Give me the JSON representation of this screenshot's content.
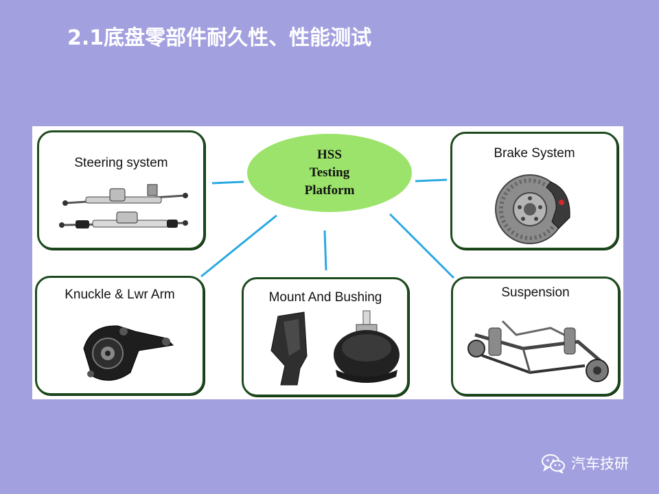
{
  "slide": {
    "title": "2.1底盘零部件耐久性、性能测试"
  },
  "diagram": {
    "hub": {
      "label": "HSS\nTesting\nPlatform"
    },
    "nodes": [
      {
        "id": "steering",
        "label": "Steering system"
      },
      {
        "id": "brake",
        "label": "Brake System"
      },
      {
        "id": "knuckle",
        "label": "Knuckle & Lwr Arm"
      },
      {
        "id": "mount",
        "label": "Mount And Bushing"
      },
      {
        "id": "suspension",
        "label": "Suspension"
      }
    ],
    "colors": {
      "hub_fill": "#9be36a",
      "connector": "#29a9e1",
      "card_border": "#1d4a1d",
      "background": "#a3a0e0"
    }
  },
  "footer": {
    "brand": "汽车技研",
    "icon": "wechat-icon"
  }
}
